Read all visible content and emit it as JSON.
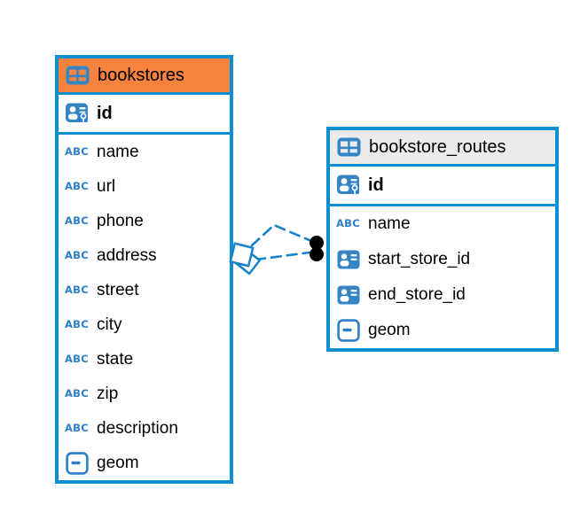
{
  "diagram": {
    "tables": [
      {
        "id": "bookstores",
        "title": "bookstores",
        "header_bg": "#F5823D",
        "columns": [
          {
            "name": "id",
            "icon": "pk",
            "pk": true
          },
          {
            "name": "name",
            "icon": "abc"
          },
          {
            "name": "url",
            "icon": "abc"
          },
          {
            "name": "phone",
            "icon": "abc"
          },
          {
            "name": "address",
            "icon": "abc"
          },
          {
            "name": "street",
            "icon": "abc"
          },
          {
            "name": "city",
            "icon": "abc"
          },
          {
            "name": "state",
            "icon": "abc"
          },
          {
            "name": "zip",
            "icon": "abc"
          },
          {
            "name": "description",
            "icon": "abc"
          },
          {
            "name": "geom",
            "icon": "geometry"
          }
        ]
      },
      {
        "id": "bookstore_routes",
        "title": "bookstore_routes",
        "header_bg": "#EBEBEB",
        "columns": [
          {
            "name": "id",
            "icon": "pk",
            "pk": true
          },
          {
            "name": "name",
            "icon": "abc"
          },
          {
            "name": "start_store_id",
            "icon": "ref"
          },
          {
            "name": "end_store_id",
            "icon": "ref"
          },
          {
            "name": "geom",
            "icon": "geometry"
          }
        ]
      }
    ],
    "relations": [
      {
        "from": "bookstores",
        "to": "bookstore_routes"
      },
      {
        "from": "bookstores",
        "to": "bookstore_routes"
      }
    ],
    "colors": {
      "table_border": "#0C8FD2",
      "relation_line": "#1583C9",
      "relation_dot": "#000000",
      "icon_blue": "#3585C5",
      "abc_text": "#2D7EC6",
      "text": "#000000",
      "header_bookstores": "#F5823D",
      "header_bookstore_routes": "#EBEBEB"
    },
    "ui": {
      "abc_glyph": "ABC"
    }
  }
}
